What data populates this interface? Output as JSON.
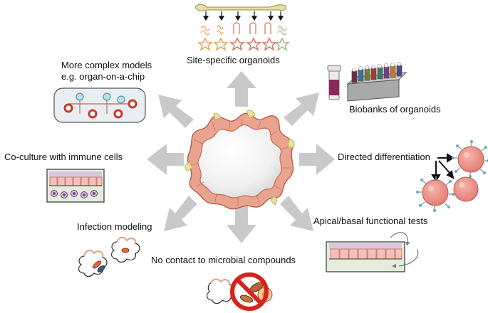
{
  "center": {
    "name": "organoid"
  },
  "labels": {
    "site_specific": "Site-specific organoids",
    "biobanks": "Biobanks of organoids",
    "directed": "Directed differentiation",
    "apical": "Apical/basal functional tests",
    "no_contact": "No contact to microbial compounds",
    "infection": "Infection modeling",
    "coculture": "Co-culture with immune cells",
    "complex_line1": "More complex models",
    "complex_line2": "e.g. organ-on-a-chip"
  },
  "colors": {
    "arrow": "#c8c8c8",
    "epithelium_red": "#d8705e",
    "epithelium_yellow": "#e6e49a",
    "cell_pink": "#ec8f86",
    "spike_teal": "#6fa7b3",
    "chip_blue": "#b9e0ea",
    "prohibit_red": "#d9221b"
  },
  "icons": [
    "gut-tube-icon",
    "organoid-cluster-icon",
    "vial-rack-icon",
    "differentiated-cell-icon",
    "transwell-icon",
    "bacteria-icon",
    "prohibit-icon",
    "organ-chip-icon"
  ]
}
